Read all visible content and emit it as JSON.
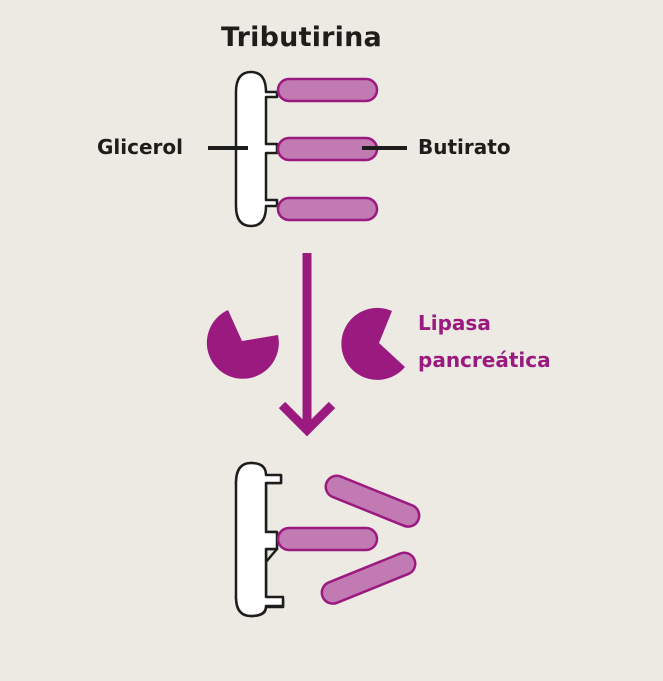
{
  "title": "Tributirina",
  "labels": {
    "glycerol": "Glicerol",
    "butyrate": "Butirato",
    "enzyme_line1": "Lipasa",
    "enzyme_line2": "pancreática"
  },
  "colors": {
    "background": "#ede9e3",
    "accent": "#9a1a80",
    "chain_fill": "#c27bb2",
    "text": "#1d1d1b"
  }
}
